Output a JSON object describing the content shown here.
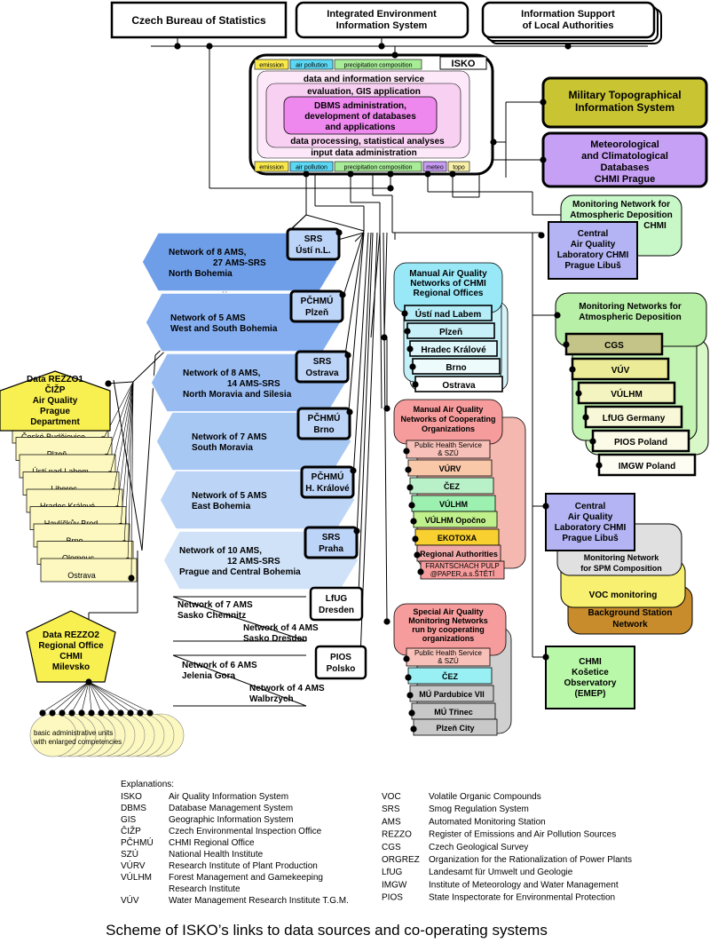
{
  "top": {
    "czso": "Czech Bureau of Statistics",
    "ieis": [
      "Integrated Environment",
      "Information System"
    ],
    "isla": [
      "Information Support",
      "of Local Authorities"
    ]
  },
  "isko": {
    "title": "ISKO",
    "top_tags": [
      "emission",
      "air pollution",
      "precipitation composition"
    ],
    "bottom_tags": [
      "emission",
      "air pollution",
      "precipitation composition",
      "meteo",
      "topo"
    ],
    "layer1": "data and information service",
    "layer2": "evaluation, GIS application",
    "core": [
      "DBMS administration,",
      "development of databases",
      "and applications"
    ],
    "layer3": "data processing, statistical analyses",
    "layer4": "input data administration"
  },
  "right_systems": {
    "military": [
      "Military Topographical",
      "Information System"
    ],
    "meteo": [
      "Meteorological",
      "and Climatological",
      "Databases",
      "CHMI Prague"
    ]
  },
  "deposition_network": [
    "Monitoring Network for",
    "Atmospheric Deposition",
    "CHMI"
  ],
  "central_lab": [
    "Central",
    "Air Quality",
    "Laboratory CHMI",
    "Prague Libuš"
  ],
  "deposition_networks": {
    "title": [
      "Monitoring Networks for",
      "Atmospheric Deposition"
    ],
    "items": [
      "CGS",
      "VÚV",
      "VÚLHM",
      "LfUG Germany",
      "PIOS Poland",
      "IMGW Poland"
    ]
  },
  "central_lab2": [
    "Central",
    "Air Quality",
    "Laboratory CHMI",
    "Prague Libuš"
  ],
  "spm": [
    "Monitoring Network",
    "for SPM Composition"
  ],
  "voc": "VOC monitoring",
  "background": [
    "Background Station",
    "Network"
  ],
  "kosetice": [
    "CHMI",
    "Košetice",
    "Observatory",
    "(EMEP)"
  ],
  "networks": [
    {
      "lines": [
        "Network of 8 AMS,",
        "27 AMS-SRS",
        "North Bohemia"
      ],
      "label": [
        "SRS",
        "Ústí n.L."
      ],
      "color": "#6f9ee8"
    },
    {
      "lines": [
        "Network of 5 AMS",
        "West and South Bohemia"
      ],
      "label": [
        "PČHMÚ",
        "Plzeň"
      ],
      "color": "#84aef0"
    },
    {
      "lines": [
        "Network of 8 AMS,",
        "14 AMS-SRS",
        "North Moravia and Silesia"
      ],
      "label": [
        "SRS",
        "Ostrava"
      ],
      "color": "#98bcf2"
    },
    {
      "lines": [
        "Network of 7 AMS",
        "South Moravia"
      ],
      "label": [
        "PČHMÚ",
        "Brno"
      ],
      "color": "#a8c8f4"
    },
    {
      "lines": [
        "Network of  5 AMS",
        "East Bohemia"
      ],
      "label": [
        "PČHMÚ",
        "H. Králové"
      ],
      "color": "#bcd5f6"
    },
    {
      "lines": [
        "Network of  10 AMS,",
        "12 AMS-SRS",
        "Prague and Central Bohemia"
      ],
      "label": [
        "SRS",
        "Praha"
      ],
      "color": "#cfe2f8"
    }
  ],
  "saxony": {
    "left": [
      "Network of 7 AMS",
      "Sasko Chemnitz"
    ],
    "right": [
      "Network of 4 AMS",
      "Sasko Dresden"
    ],
    "label": [
      "LfUG",
      "Dresden"
    ]
  },
  "poland": {
    "left": [
      "Network of 6 AMS",
      "Jelenia Gora"
    ],
    "right": [
      "Network of 4 AMS",
      "Walbrzych"
    ],
    "label": [
      "PIOS",
      "Polsko"
    ]
  },
  "rezzo1": {
    "title": [
      "Data REZZO1",
      "ČIŽP",
      "Air Quality",
      "Prague",
      "Department"
    ],
    "items": [
      "České Budějovice",
      "Plzeň",
      "Ústí nad Labem",
      "Liberec",
      "Hradec Králové",
      "Havlíčkův Brod",
      "Brno",
      "Olomouc",
      "Ostrava"
    ]
  },
  "rezzo2": {
    "title": [
      "Data REZZO2",
      "Regional Office",
      "CHMI",
      "Milevsko"
    ],
    "units": [
      "basic administrative units",
      "with enlarged competencies"
    ]
  },
  "manual_chmi": {
    "title": [
      "Manual Air Quality",
      "Networks of CHMI",
      "Regional Offices"
    ],
    "items": [
      "Ústí nad Labem",
      "Plzeň",
      "Hradec Králové",
      "Brno",
      "Ostrava"
    ]
  },
  "manual_coop": {
    "title": [
      "Manual Air Quality",
      "Networks of Cooperating",
      "Organizations"
    ],
    "items": [
      [
        "Public Health Service",
        "& SZÚ"
      ],
      [
        "VÚRV"
      ],
      [
        "ČEZ"
      ],
      [
        "VÚLHM"
      ],
      [
        "VÚLHM Opočno"
      ],
      [
        "EKOTOXA"
      ],
      [
        "Regional Authorities"
      ],
      [
        "FRANTSCHACH PULP",
        "@PAPER,a.s.ŠTĚTÍ"
      ]
    ],
    "colors": [
      "#f7c0b8",
      "#f9c8a8",
      "#b8f0c8",
      "#9cf0b0",
      "#c0f08c",
      "#f8d030",
      "#f0a8a8",
      "#f79c9c"
    ]
  },
  "special": {
    "title": [
      "Special Air Quality",
      "Monitoring Networks",
      "run by cooperating",
      "organizations"
    ],
    "items": [
      [
        "Public Health Service",
        "& SZÚ"
      ],
      [
        "ČEZ"
      ],
      [
        "MÚ Pardubice VII"
      ],
      [
        "MÚ Třinec"
      ],
      [
        "Plzeň City"
      ]
    ],
    "colors": [
      "#f7c0b8",
      "#98f0f4",
      "#c8c8c8",
      "#c8c8c8",
      "#c8c8c8"
    ]
  },
  "explanations": {
    "heading": "Explanations:",
    "left": [
      [
        "ISKO",
        "Air Quality Information System"
      ],
      [
        "DBMS",
        "Database Management System"
      ],
      [
        "GIS",
        "Geographic Information System"
      ],
      [
        "ČIŽP",
        "Czech Environmental Inspection Office"
      ],
      [
        "PČHMÚ",
        "CHMI Regional Office"
      ],
      [
        "SZÚ",
        "National Health Institute"
      ],
      [
        "VÚRV",
        "Research Institute of Plant Production"
      ],
      [
        "VÚLHM",
        "Forest Management and Gamekeeping"
      ],
      [
        "",
        "Research Institute"
      ],
      [
        "VÚV",
        "Water Management Research Institute T.G.M."
      ]
    ],
    "right": [
      [
        "VOC",
        "Volatile Organic Compounds"
      ],
      [
        "SRS",
        "Smog Regulation System"
      ],
      [
        "AMS",
        "Automated Monitoring Station"
      ],
      [
        "REZZO",
        "Register of Emissions and Air Pollution Sources"
      ],
      [
        "CGS",
        "Czech Geological Survey"
      ],
      [
        "ORGREZ",
        "Organization for the Rationalization of Power Plants"
      ],
      [
        "LfUG",
        "Landesamt für Umwelt und Geologie"
      ],
      [
        "IMGW",
        "Institute of Meteorology and Water Management"
      ],
      [
        "PIOS",
        "State Inspectorate for Environmental Protection"
      ]
    ]
  },
  "caption": "Scheme of ISKO’s links to data sources and co-operating systems"
}
